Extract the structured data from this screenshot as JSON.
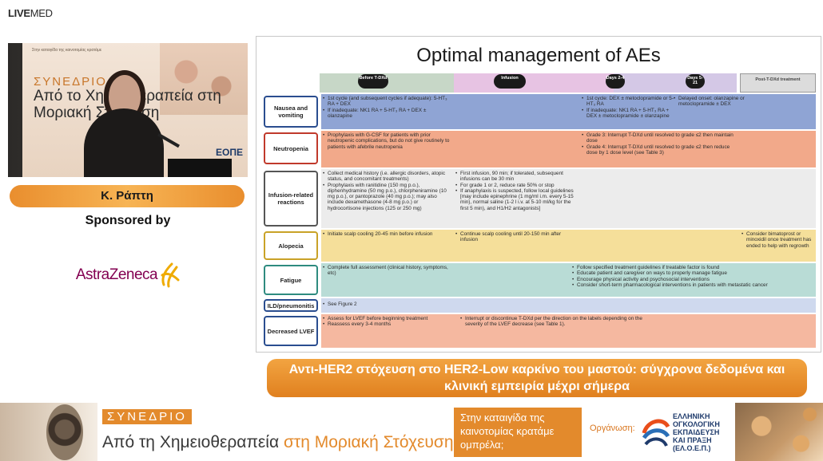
{
  "brand": {
    "bold": "LIVE",
    "rest": "MED"
  },
  "video": {
    "banner_line1": "ΣΥΝΕΔΡΙΟ",
    "banner_line2": "Από το Χημειοθεραπεία στη Μοριακή Στόχευση",
    "banner_small": "Στην καταιγίδα της καινοτομίας κρατάμε",
    "banner_logo": "ΕΟΠΕ"
  },
  "speaker_name": "Κ. Ράπτη",
  "sponsored_label": "Sponsored by",
  "sponsor": {
    "name": "AstraZeneca",
    "color": "#830051"
  },
  "slide": {
    "title": "Optimal management of AEs",
    "timeline": {
      "before": "Before T-DXd",
      "infusion": "Infusion",
      "days_2_4": "Days 2-4",
      "days_5_21": "Days 5-21",
      "post": "Post-T-DXd treatment"
    },
    "rows": [
      {
        "label": "Nausea and vomiting",
        "color": "#8fa4d4",
        "border": "#2a4d8f",
        "before": [
          "1st cycle (and subsequent cycles if adequate): 5-HT₃ RA + DEX",
          "If inadequate: NK1 RA + 5-HT₃ RA + DEX ± olanzapine"
        ],
        "days": [
          "1st cycle: DEX ± metoclopramide or 5-HT₃ RA",
          "If inadequate: NK1 RA + 5-HT₃ RA + DEX ± metoclopramide ± olanzapine"
        ],
        "late": [
          "Delayed onset: olanzapine or metoclopramide ± DEX"
        ]
      },
      {
        "label": "Neutropenia",
        "color": "#f2a98a",
        "border": "#c0392b",
        "before": [
          "Prophylaxis with G-CSF for patients with prior neutropenic complications, but do not give routinely to patients with afebrile neutropenia"
        ],
        "days": [
          "Grade 3: Interrupt T-DXd until resolved to grade ≤2 then maintain dose",
          "Grade 4: Interrupt T-DXd until resolved to grade ≤2 then reduce dose by 1 dose level (see Table 3)"
        ]
      },
      {
        "label": "Infusion-related reactions",
        "color": "#ececec",
        "border": "#555555",
        "before": [
          "Collect medical history (i.e. allergic disorders, atopic status, and concomitant treatments)",
          "Prophylaxis with ranitidine (150 mg p.o.), diphenhydramine (50 mg p.o.), chlorpheniramine (10 mg p.o.), or pantoprazole (40 mg p.o.); may also include dexamethasone (4-8 mg p.o.) or hydrocortisone injections (125 or 250 mg)"
        ],
        "infusion": [
          "First infusion, 90 min; if tolerated, subsequent infusions can be 30 min",
          "For grade 1 or 2, reduce rate 50% or stop",
          "If anaphylaxis is suspected, follow local guidelines [may include epinephrine (1 mg/ml i.m. every 5-15 min), normal saline (1-2 l i.v. at 5-10 ml/kg for the first 5 min), and H1/H2 antagonists]"
        ]
      },
      {
        "label": "Alopecia",
        "color": "#f5df9a",
        "border": "#c9a227",
        "before": [
          "Initiate scalp cooling 20-45 min before infusion"
        ],
        "infusion": [
          "Continue scalp cooling until 20-150 min after infusion"
        ],
        "post": [
          "Consider bimatoprost or minoxidil once treatment has ended to help with regrowth"
        ]
      },
      {
        "label": "Fatigue",
        "color": "#b9dcd6",
        "border": "#2e8b7f",
        "before": [
          "Complete full assessment (clinical history, symptoms, etc)"
        ],
        "days": [
          "Follow specified treatment guidelines if treatable factor is found",
          "Educate patient and caregiver on ways to properly manage fatigue",
          "Encourage physical activity and psychosocial interventions",
          "Consider short-term pharmacological interventions in patients with metastatic cancer"
        ]
      },
      {
        "label": "ILD/pneumonitis",
        "color": "#cfd9ee",
        "border": "#2a4d8f",
        "before": [
          "See Figure 2"
        ]
      },
      {
        "label": "Decreased LVEF",
        "color": "#f5b8a0",
        "border": "#2a4d8f",
        "before": [
          "Assess for LVEF before beginning treatment",
          "Reassess every 3-4 months"
        ],
        "infusion": [
          "Interrupt or discontinue T-DXd per the direction on the labels depending on the severity of the LVEF decrease (see Table 1)."
        ]
      }
    ]
  },
  "caption": "Αντι-HER2 στόχευση στο HER2-Low καρκίνο του μαστού: σύγχρονα δεδομένα και κλινική εμπειρία μέχρι σήμερα",
  "footer": {
    "conf_label": "ΣΥΝΕΔΡΙΟ",
    "conf_part1": "Από τη ",
    "conf_part2": "Χημειοθεραπεία",
    "conf_part3": " στη ",
    "conf_part4": "Μοριακή Στόχευση",
    "tagline": "Στην καταιγίδα της καινοτομίας κρατάμε ομπρέλα;",
    "org_label": "Οργάνωση:",
    "org_name": "ΕΛΛΗΝΙΚΗ ΟΓΚΟΛΟΓΙΚΗ ΕΚΠΑΙΔΕΥΣΗ ΚΑΙ ΠΡΑΞΗ (ΕΛ.Ο.Ε.Π.)"
  }
}
